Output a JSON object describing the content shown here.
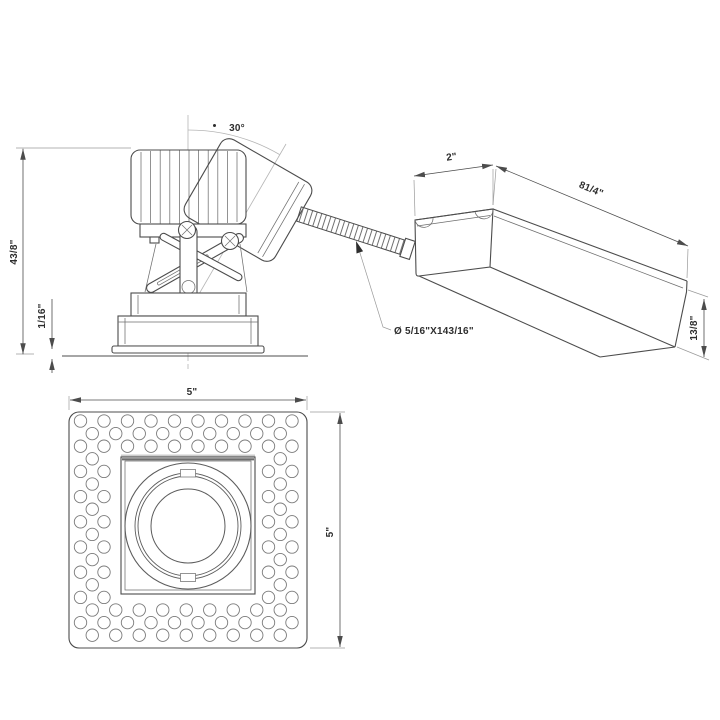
{
  "colors": {
    "line": "#4c4c4c",
    "line_light": "#9a9a9a",
    "text": "#2e2e2e",
    "background": "#ffffff"
  },
  "side_view": {
    "tilt_angle_label": "30°",
    "height_label": "43/8\"",
    "flange_label": "1/16\""
  },
  "junction_box": {
    "width_label": "2\"",
    "length_label": "81/4\"",
    "depth_label": "13/8\""
  },
  "conduit": {
    "size_label": "Ø 5/16\"X143/16\""
  },
  "bottom_view": {
    "width_label": "5\"",
    "height_label": "5\""
  }
}
